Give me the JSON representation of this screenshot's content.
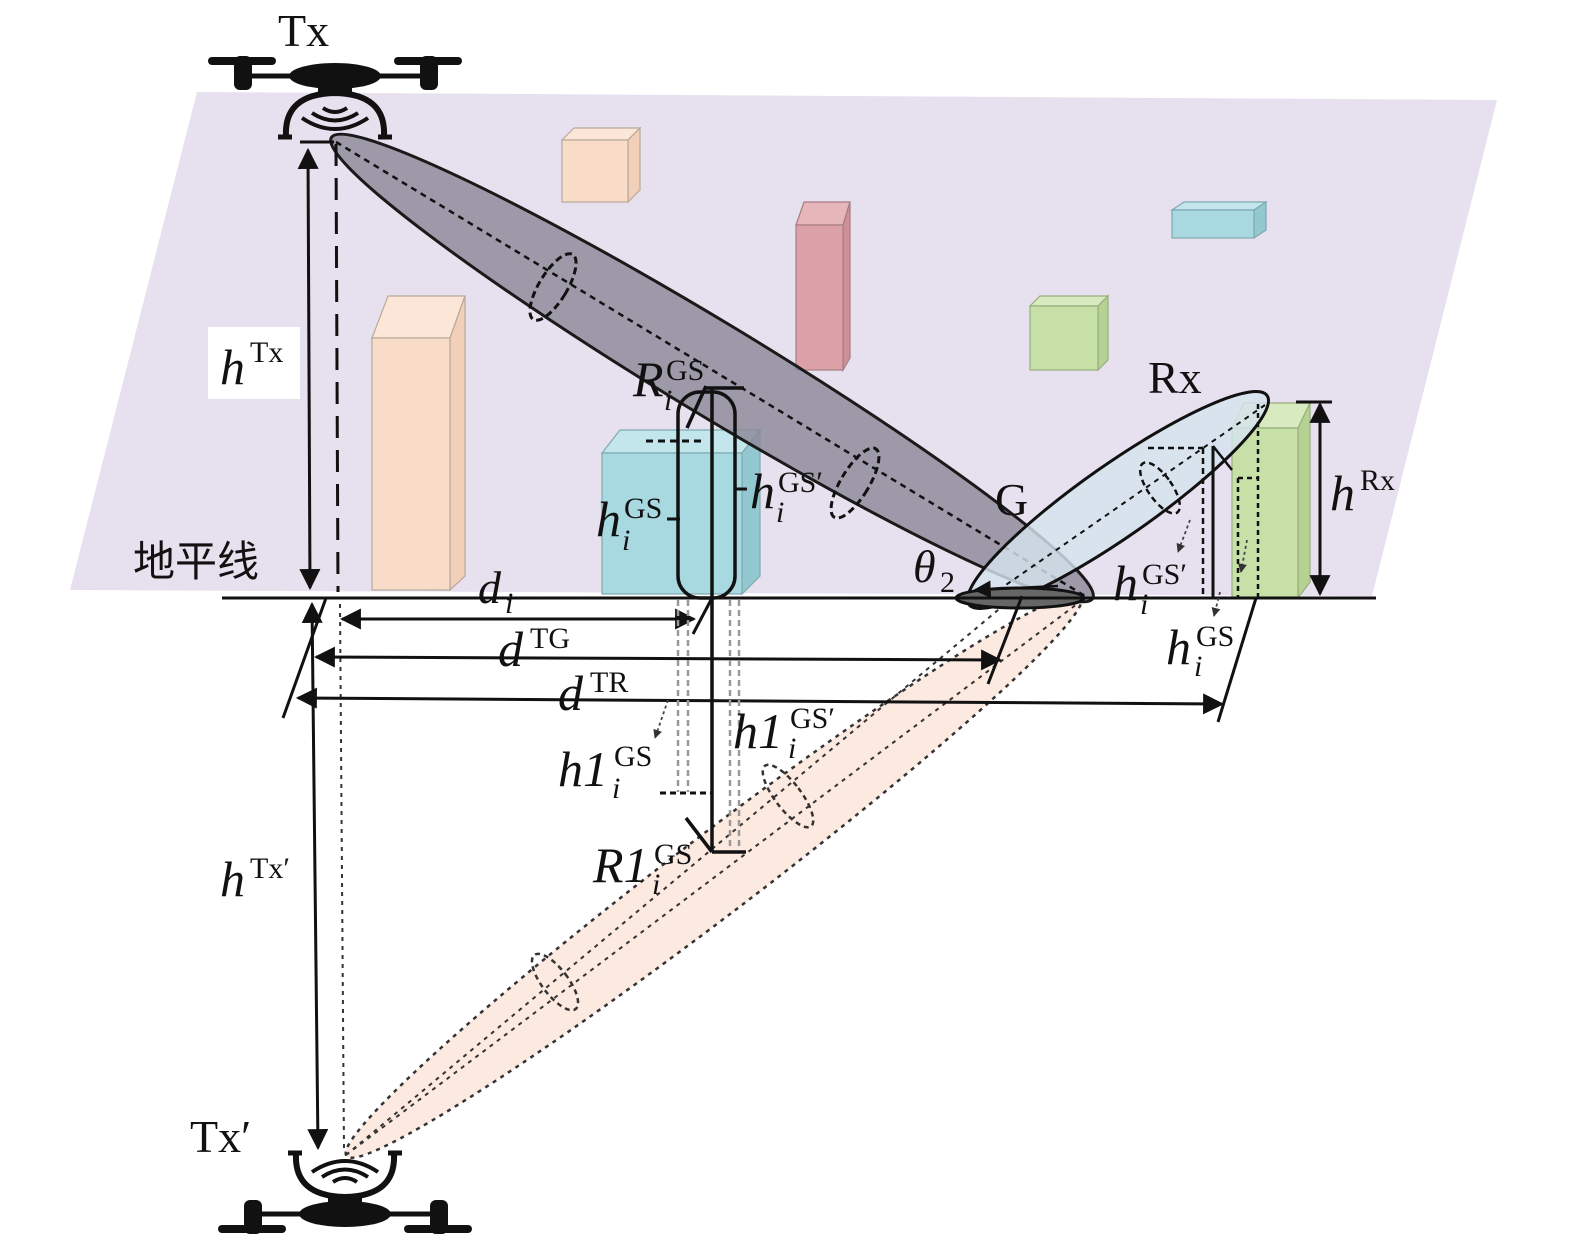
{
  "labels": {
    "tx": "Tx",
    "tx_prime": "Tx′",
    "rx": "Rx",
    "g": "G",
    "horizon": "地平线",
    "h_tx": {
      "base": "h",
      "sup": "Tx"
    },
    "h_tx_prime": {
      "base": "h",
      "sup": "Tx′"
    },
    "h_rx": {
      "base": "h",
      "sup": "Rx"
    },
    "d_i": {
      "base": "d",
      "sub": "i"
    },
    "d_tg": {
      "base": "d",
      "sup": "TG"
    },
    "d_tr": {
      "base": "d",
      "sup": "TR"
    },
    "r_gs": {
      "base": "R",
      "sub": "i",
      "sup": "GS"
    },
    "h_gs_mid": {
      "base": "h",
      "sub": "i",
      "sup": "GS"
    },
    "h_gsp_mid": {
      "base": "h",
      "sub": "i",
      "sup": "GS′"
    },
    "h_gsp_right": {
      "base": "h",
      "sub": "i",
      "sup": "GS′"
    },
    "h_gs_right": {
      "base": "h",
      "sub": "i",
      "sup": "GS"
    },
    "h1_gs": {
      "base": "h1",
      "sub": "i",
      "sup": "GS"
    },
    "h1_gsp": {
      "base": "h1",
      "sub": "i",
      "sup": "GS′"
    },
    "r1_gs": {
      "base": "R1",
      "sub": "i",
      "sup": "GS"
    },
    "theta": {
      "base": "θ",
      "sub": "2"
    }
  },
  "colors": {
    "ground_plane": "#e7e0ee",
    "direct_beam": "#8c8998",
    "reflected_beam": "#d6e3ee",
    "mirror_beam": "#fbe5da",
    "building_orange": "#f8dcc8",
    "building_pink": "#dca1a8",
    "building_cyan": "#a8d8e0",
    "building_green": "#c7e0a8"
  }
}
